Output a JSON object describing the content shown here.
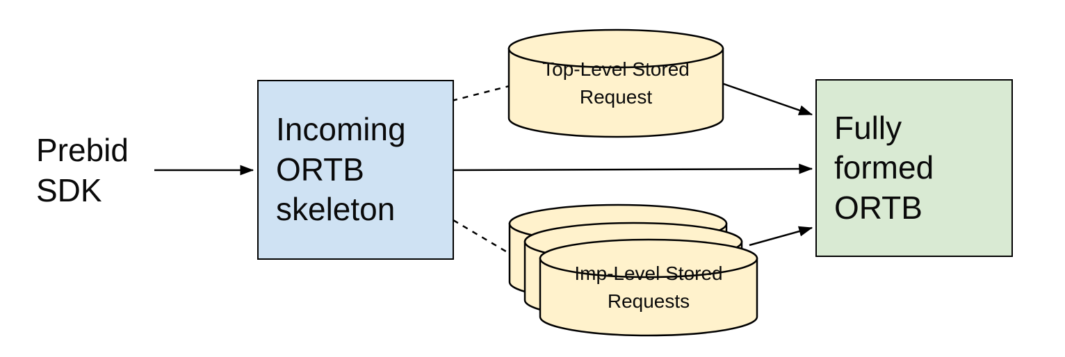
{
  "diagram": {
    "background_color": "#ffffff",
    "line_color": "#000000",
    "text_color": "#0a0a0a",
    "nodes": {
      "prebid_sdk": {
        "label": "Prebid\nSDK",
        "shape": "text"
      },
      "incoming_ortb": {
        "label": "Incoming\nORTB\nskeleton",
        "shape": "rectangle",
        "fill": "#cfe2f3",
        "border": "#000000"
      },
      "top_level_stored_request": {
        "label": "Top-Level Stored\nRequest",
        "shape": "cylinder",
        "fill": "#fff2cc",
        "border": "#000000"
      },
      "imp_level_stored_requests": {
        "label": "Imp-Level Stored\nRequests",
        "shape": "cylinder-stack",
        "stack_count": 3,
        "fill": "#fff2cc",
        "border": "#000000"
      },
      "fully_formed_ortb": {
        "label": "Fully\nformed\nORTB",
        "shape": "rectangle",
        "fill": "#d9ead3",
        "border": "#000000"
      }
    },
    "connectors": [
      {
        "from": "prebid_sdk",
        "to": "incoming_ortb",
        "style": "solid",
        "arrowhead": true
      },
      {
        "from": "incoming_ortb",
        "to": "top_level_stored_request",
        "style": "dashed",
        "arrowhead": false
      },
      {
        "from": "incoming_ortb",
        "to": "fully_formed_ortb",
        "style": "solid",
        "arrowhead": true
      },
      {
        "from": "incoming_ortb",
        "to": "imp_level_stored_requests",
        "style": "dashed",
        "arrowhead": false
      },
      {
        "from": "top_level_stored_request",
        "to": "fully_formed_ortb",
        "style": "solid",
        "arrowhead": true
      },
      {
        "from": "imp_level_stored_requests",
        "to": "fully_formed_ortb",
        "style": "solid",
        "arrowhead": true
      }
    ]
  }
}
